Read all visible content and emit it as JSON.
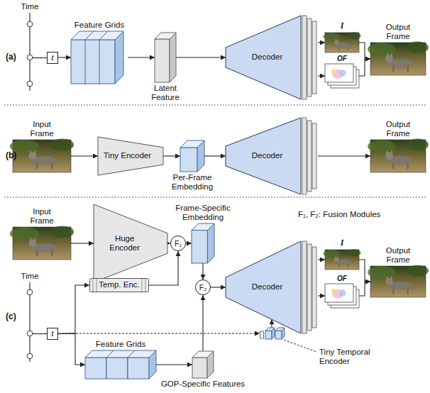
{
  "diagram": {
    "nodes": [
      {
        "text": [
          "Time"
        ]
      },
      {
        "text": [
          "t"
        ]
      },
      {
        "text": [
          "Feature Grids"
        ]
      },
      {
        "text": [
          "Latent Feature"
        ]
      },
      {
        "text": [
          "Decoder"
        ]
      },
      {
        "text": [
          "I"
        ]
      },
      {
        "text": [
          "OF"
        ]
      },
      {
        "text": [
          "Output Frame"
        ]
      },
      {
        "text": [
          "Input Frame"
        ]
      },
      {
        "text": [
          "Tiny Encoder"
        ]
      },
      {
        "text": [
          "Per-Frame Embedding"
        ]
      },
      {
        "text": [
          "Decoder"
        ]
      },
      {
        "text": [
          "Output Frame"
        ]
      },
      {
        "text": [
          "Input Frame"
        ]
      },
      {
        "text": [
          "Huge Encoder"
        ]
      },
      {
        "text": [
          "F₁"
        ]
      },
      {
        "text": [
          "Frame-Specific Embedding"
        ]
      },
      {
        "text": [
          "Time"
        ]
      },
      {
        "text": [
          "t"
        ]
      },
      {
        "text": [
          "Temp. Enc."
        ]
      },
      {
        "text": [
          "F₂"
        ]
      },
      {
        "text": [
          "Decoder"
        ]
      },
      {
        "text": [
          "I"
        ]
      },
      {
        "text": [
          "OF"
        ]
      },
      {
        "text": [
          "Output Frame"
        ]
      },
      {
        "text": [
          "Feature Grids"
        ]
      },
      {
        "text": [
          "GOP-Specific Features"
        ]
      },
      {
        "text": [
          "Tiny Temporal Encoder"
        ]
      }
    ],
    "edges": [
      {
        "from": 0,
        "to": 1,
        "arrow": "none"
      },
      {
        "from": 1,
        "to": 2,
        "arrow": "to"
      },
      {
        "from": 2,
        "to": 3,
        "arrow": "to"
      },
      {
        "from": 3,
        "to": 4,
        "arrow": "to"
      },
      {
        "from": 4,
        "to": 5,
        "arrow": "to"
      },
      {
        "from": 4,
        "to": 6,
        "arrow": "to"
      },
      {
        "from": 5,
        "to": 7,
        "arrow": "to"
      },
      {
        "from": 6,
        "to": 7,
        "arrow": "to"
      },
      {
        "from": 8,
        "to": 9,
        "arrow": "to"
      },
      {
        "from": 9,
        "to": 10,
        "arrow": "to"
      },
      {
        "from": 10,
        "to": 11,
        "arrow": "to"
      },
      {
        "from": 11,
        "to": 12,
        "arrow": "to"
      },
      {
        "from": 13,
        "to": 14,
        "arrow": "to"
      },
      {
        "from": 14,
        "to": 15,
        "arrow": "to"
      },
      {
        "from": 15,
        "to": 16,
        "arrow": "to"
      },
      {
        "from": 16,
        "to": 20,
        "arrow": "to"
      },
      {
        "from": 17,
        "to": 18,
        "arrow": "none"
      },
      {
        "from": 18,
        "to": 19,
        "arrow": "to"
      },
      {
        "from": 19,
        "to": 15,
        "arrow": "to"
      },
      {
        "from": 20,
        "to": 21,
        "arrow": "to"
      },
      {
        "from": 21,
        "to": 22,
        "arrow": "to"
      },
      {
        "from": 21,
        "to": 23,
        "arrow": "to"
      },
      {
        "from": 22,
        "to": 24,
        "arrow": "to"
      },
      {
        "from": 23,
        "to": 24,
        "arrow": "to"
      },
      {
        "from": 18,
        "to": 25,
        "arrow": "to"
      },
      {
        "from": 25,
        "to": 26,
        "arrow": "to"
      },
      {
        "from": 26,
        "to": 20,
        "arrow": "to"
      },
      {
        "from": 18,
        "to": 27,
        "arrow": "to"
      },
      {
        "from": 27,
        "to": 21,
        "arrow": "to"
      }
    ],
    "labels": [
      "(a)",
      "(b)",
      "(c)",
      "F₁, F₂: Fusion Modules"
    ]
  }
}
